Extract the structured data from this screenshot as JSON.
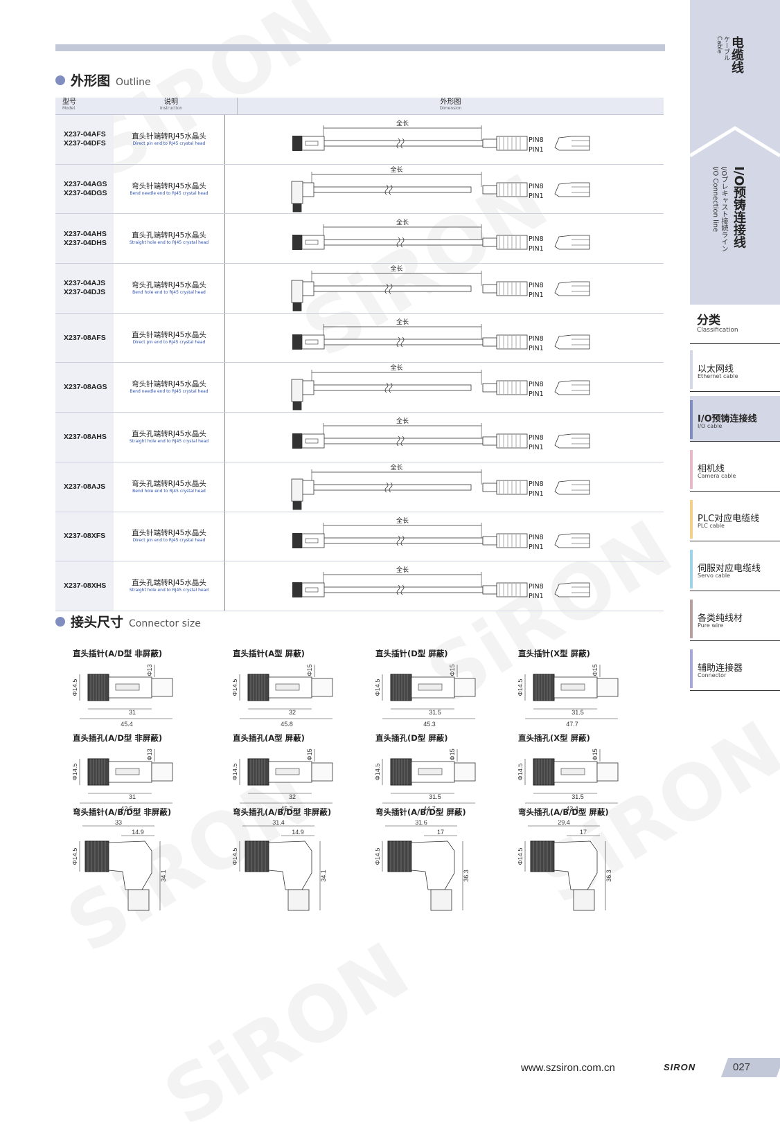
{
  "sidebar": {
    "cable_cn": "电缆线",
    "cable_jp": "ケーブル",
    "cable_en": "Cable",
    "io_cn": "I/O预铸连接线",
    "io_jp": "I/Oプレキャスト接続ライン",
    "io_en": "I/O Connection line",
    "class_cn": "分类",
    "class_en": "Classification",
    "items": [
      {
        "cn": "以太网线",
        "en": "Ethernet cable",
        "color": "#d4d8e6"
      },
      {
        "cn": "I/O预铸连接线",
        "en": "I/O cable",
        "color": "#7f8dbf",
        "active": true
      },
      {
        "cn": "相机线",
        "en": "Camera cable",
        "color": "#e7b8c8"
      },
      {
        "cn": "PLC对应电缆线",
        "en": "PLC cable",
        "color": "#f2d08a"
      },
      {
        "cn": "伺服对应电缆线",
        "en": "Servo cable",
        "color": "#9fd3e8"
      },
      {
        "cn": "各类纯线材",
        "en": "Pure wire",
        "color": "#b9a0a0"
      },
      {
        "cn": "辅助连接器",
        "en": "Connector",
        "color": "#a8a8d8"
      }
    ]
  },
  "outline": {
    "title_cn": "外形图",
    "title_en": "Outline",
    "col_model": "型号",
    "col_model_en": "Model",
    "col_desc": "说明",
    "col_desc_en": "Instruction",
    "col_dim": "外形图",
    "col_dim_en": "Dimension",
    "length_label": "全长",
    "pin8": "PIN8",
    "pin1": "PIN1",
    "rows": [
      {
        "m1": "X237-04AFS",
        "m2": "X237-04DFS",
        "cn": "直头针端转RJ45水晶头",
        "en": "Direct pin end to RJ45 crystal head",
        "type": "straight"
      },
      {
        "m1": "X237-04AGS",
        "m2": "X237-04DGS",
        "cn": "弯头针端转RJ45水晶头",
        "en": "Bend needle end to RJ45 crystal head",
        "type": "bend"
      },
      {
        "m1": "X237-04AHS",
        "m2": "X237-04DHS",
        "cn": "直头孔端转RJ45水晶头",
        "en": "Straight hole end to RJ45 crystal head",
        "type": "straight"
      },
      {
        "m1": "X237-04AJS",
        "m2": "X237-04DJS",
        "cn": "弯头孔端转RJ45水晶头",
        "en": "Bend hole end to RJ45 crystal head",
        "type": "bend"
      },
      {
        "m1": "X237-08AFS",
        "m2": "",
        "cn": "直头针端转RJ45水晶头",
        "en": "Direct pin end to RJ45 crystal head",
        "type": "straight"
      },
      {
        "m1": "X237-08AGS",
        "m2": "",
        "cn": "弯头针端转RJ45水晶头",
        "en": "Bend needle end to RJ45 crystal head",
        "type": "bend"
      },
      {
        "m1": "X237-08AHS",
        "m2": "",
        "cn": "直头孔端转RJ45水晶头",
        "en": "Straight hole end to RJ45 crystal head",
        "type": "straight"
      },
      {
        "m1": "X237-08AJS",
        "m2": "",
        "cn": "弯头孔端转RJ45水晶头",
        "en": "Bend hole end to RJ45 crystal head",
        "type": "bend"
      },
      {
        "m1": "X237-08XFS",
        "m2": "",
        "cn": "直头针端转RJ45水晶头",
        "en": "Direct pin end to RJ45 crystal head",
        "type": "straight"
      },
      {
        "m1": "X237-08XHS",
        "m2": "",
        "cn": "直头孔端转RJ45水晶头",
        "en": "Straight hole end to RJ45 crystal head",
        "type": "straight"
      }
    ]
  },
  "connector": {
    "title_cn": "接头尺寸",
    "title_en": "Connector size",
    "items": [
      {
        "label": "直头插针(A/D型 非屏蔽)",
        "kind": "straight",
        "d1": "Φ14.5",
        "d2": "Φ13",
        "l1": "31",
        "l2": "45.4"
      },
      {
        "label": "直头插针(A型 屏蔽)",
        "kind": "straight",
        "d1": "Φ14.5",
        "d2": "Φ15",
        "l1": "32",
        "l2": "45.8"
      },
      {
        "label": "直头插针(D型 屏蔽)",
        "kind": "straight",
        "d1": "Φ14.5",
        "d2": "Φ15",
        "l1": "31.5",
        "l2": "45.3"
      },
      {
        "label": "直头插针(X型 屏蔽)",
        "kind": "straight",
        "d1": "Φ14.5",
        "d2": "Φ15",
        "l1": "31.5",
        "l2": "47.7"
      },
      {
        "label": "直头插孔(A/D型 非屏蔽)",
        "kind": "straight",
        "d1": "Φ14.5",
        "d2": "Φ13",
        "l1": "31",
        "l2": "42.5"
      },
      {
        "label": "直头插孔(A型 屏蔽)",
        "kind": "straight",
        "d1": "Φ14.5",
        "d2": "Φ15",
        "l1": "32",
        "l2": "45.2"
      },
      {
        "label": "直头插孔(D型 屏蔽)",
        "kind": "straight",
        "d1": "Φ14.5",
        "d2": "Φ15",
        "l1": "31.5",
        "l2": "44.7"
      },
      {
        "label": "直头插孔(X型 屏蔽)",
        "kind": "straight",
        "d1": "Φ14.5",
        "d2": "Φ15",
        "l1": "31.5",
        "l2": "43.4"
      },
      {
        "label": "弯头插针(A/B/D型 非屏蔽)",
        "kind": "bend",
        "d1": "Φ14.5",
        "t1": "33",
        "t2": "14.9",
        "h": "34.1"
      },
      {
        "label": "弯头插孔(A/B/D型 非屏蔽)",
        "kind": "bend",
        "d1": "Φ14.5",
        "t1": "31.4",
        "t2": "14.9",
        "h": "34.1"
      },
      {
        "label": "弯头插针(A/B/D型 屏蔽)",
        "kind": "bend",
        "d1": "Φ14.5",
        "t1": "31.6",
        "t2": "17",
        "h": "36.3"
      },
      {
        "label": "弯头插孔(A/B/D型 屏蔽)",
        "kind": "bend",
        "d1": "Φ14.5",
        "t1": "29.4",
        "t2": "17",
        "h": "36.3"
      }
    ]
  },
  "footer": {
    "url": "www.szsiron.com.cn",
    "logo": "SIRON",
    "page": "027"
  }
}
